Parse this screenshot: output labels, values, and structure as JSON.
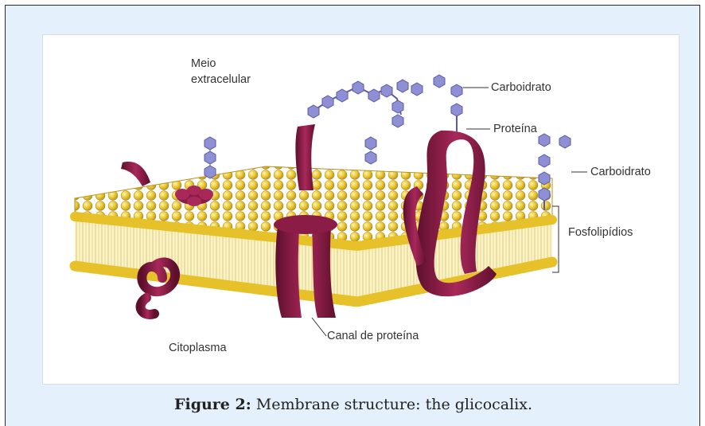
{
  "diagram": {
    "labels": {
      "meio_line1": "Meio",
      "meio_line2": "extracelular",
      "carboidrato_top": "Carboidrato",
      "proteina": "Proteína",
      "carboidrato_right": "Carboidrato",
      "fosfolipidios": "Fosfolipídios",
      "citoplasma": "Citoplasma",
      "canal": "Canal de proteína"
    },
    "colors": {
      "panel_background": "#e4f0fb",
      "phospholipid_head": "#e6c12a",
      "protein": "#8b1c45",
      "carbohydrate": "#8f8fd6"
    }
  },
  "caption": {
    "prefix": "Figure 2:",
    "text": " Membrane structure: the glicocalix."
  }
}
